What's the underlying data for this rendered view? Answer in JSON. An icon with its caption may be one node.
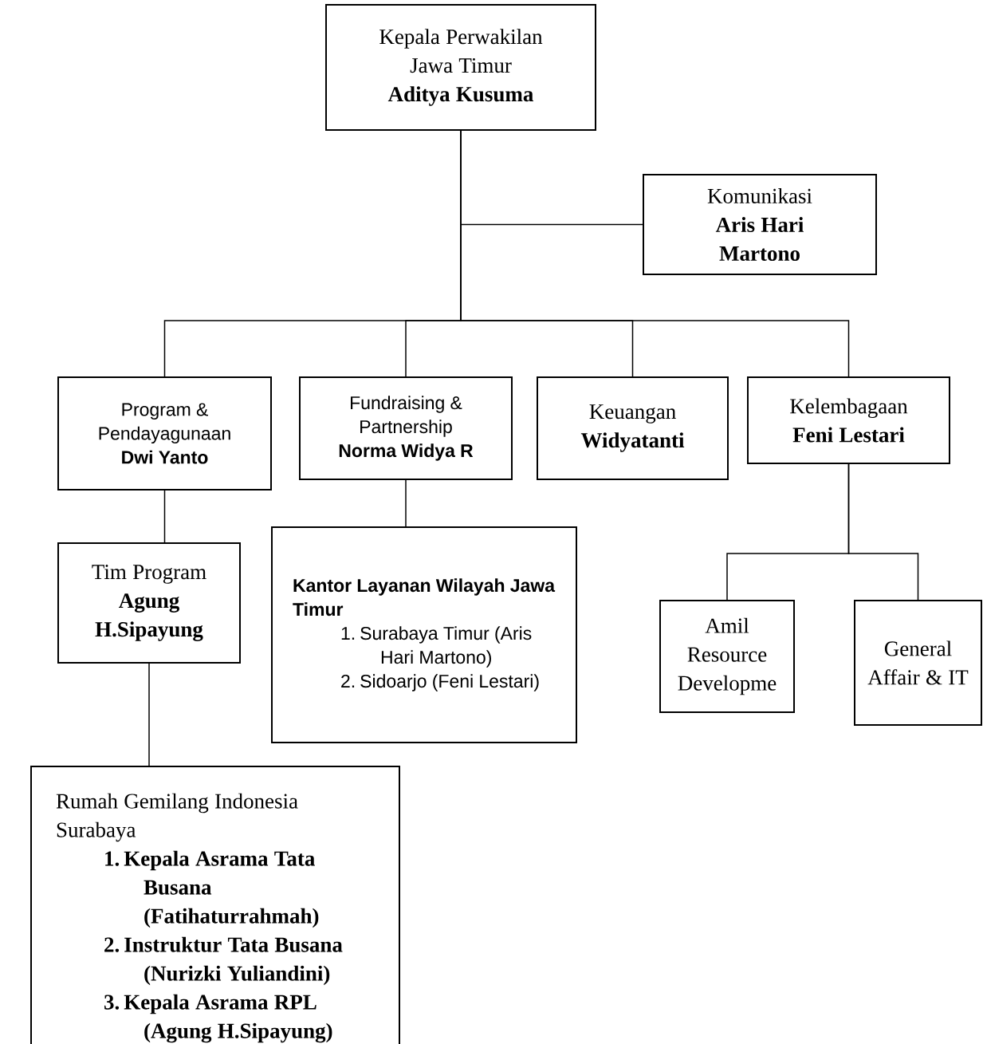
{
  "diagram": {
    "nodes": [
      {
        "text": [
          "Kepala Perwakilan Jawa Timur",
          "Aditya Kusuma"
        ]
      },
      {
        "text": [
          "Komunikasi",
          "Aris Hari Martono"
        ]
      },
      {
        "text": [
          "Program & Pendayagunaan",
          "Dwi Yanto"
        ]
      },
      {
        "text": [
          "Fundraising & Partnership",
          "Norma Widya R"
        ]
      },
      {
        "text": [
          "Keuangan",
          "Widyatanti"
        ]
      },
      {
        "text": [
          "Kelembagaan",
          "Feni Lestari"
        ]
      },
      {
        "text": [
          "Tim Program",
          "Agung H.Sipayung"
        ]
      },
      {
        "text": [
          "Kantor Layanan Wilayah Jawa Timur",
          "1. Surabaya Timur (Aris Hari Martono)",
          "2. Sidoarjo (Feni Lestari)"
        ]
      },
      {
        "text": [
          "Rumah Gemilang Indonesia Surabaya",
          "1. Kepala Asrama Tata Busana (Fatihaturrahmah)",
          "2. Instruktur Tata Busana (Nurizki Yuliandini)",
          "3. Kepala Asrama RPL (Agung H.Sipayung)"
        ]
      },
      {
        "text": [
          "Amil Resource Developme"
        ]
      },
      {
        "text": [
          "General Affair & IT"
        ]
      }
    ],
    "edges": [
      {
        "from": 0,
        "to": 1,
        "arrow": "none"
      },
      {
        "from": 0,
        "to": 2,
        "arrow": "none"
      },
      {
        "from": 0,
        "to": 3,
        "arrow": "none"
      },
      {
        "from": 0,
        "to": 4,
        "arrow": "none"
      },
      {
        "from": 0,
        "to": 5,
        "arrow": "none"
      },
      {
        "from": 2,
        "to": 6,
        "arrow": "none"
      },
      {
        "from": 3,
        "to": 7,
        "arrow": "none"
      },
      {
        "from": 6,
        "to": 8,
        "arrow": "none"
      },
      {
        "from": 5,
        "to": 9,
        "arrow": "none"
      },
      {
        "from": 5,
        "to": 10,
        "arrow": "none"
      }
    ]
  }
}
